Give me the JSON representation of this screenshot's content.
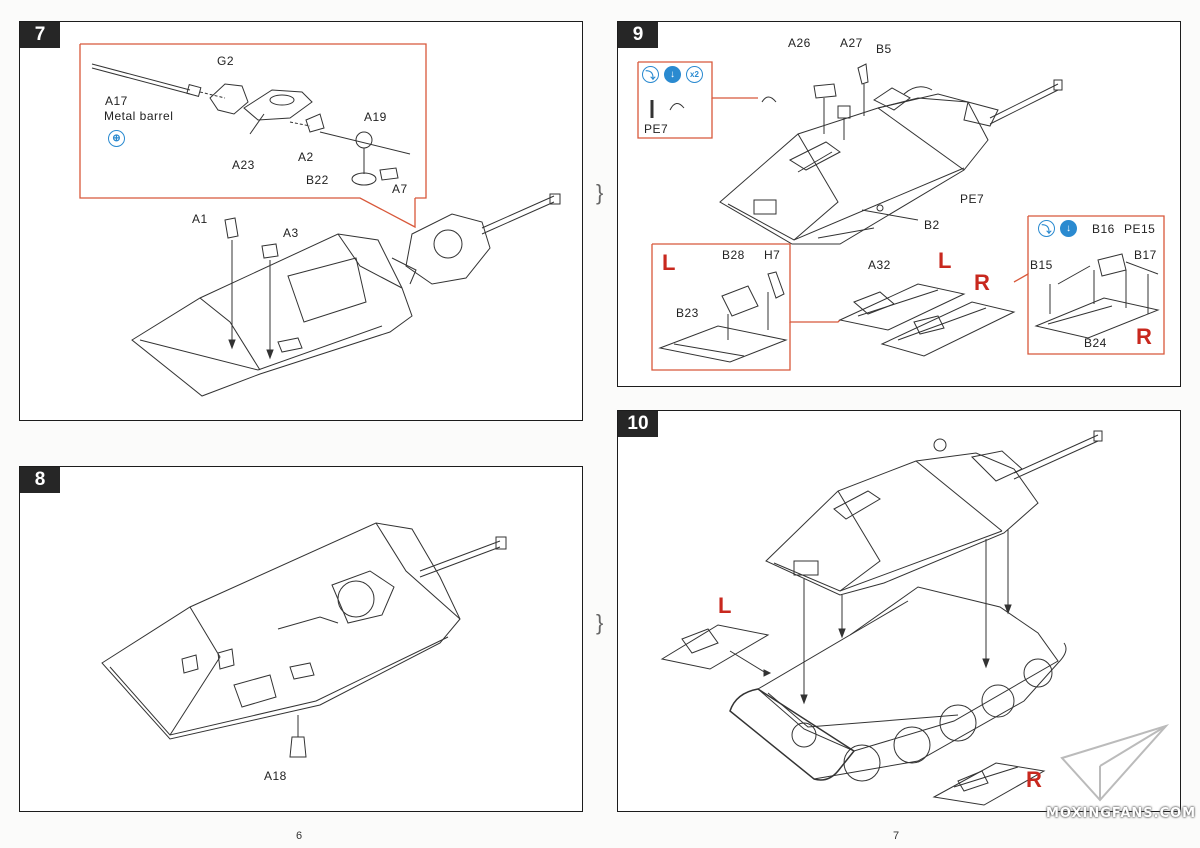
{
  "steps": {
    "s7": {
      "number": "7",
      "labels": {
        "g2": "G2",
        "a17": "A17",
        "metal_barrel": "Metal barrel",
        "a23": "A23",
        "a2": "A2",
        "a19": "A19",
        "b22": "B22",
        "a7": "A7",
        "a1": "A1",
        "a3": "A3"
      }
    },
    "s8": {
      "number": "8",
      "labels": {
        "a18": "A18"
      }
    },
    "s9": {
      "number": "9",
      "labels": {
        "a26": "A26",
        "a27": "A27",
        "b5": "B5",
        "pe7_top": "PE7",
        "pe7_right": "PE7",
        "b2": "B2",
        "a32": "A32",
        "b28": "B28",
        "h7": "H7",
        "b23": "B23",
        "b16": "B16",
        "pe15": "PE15",
        "b15": "B15",
        "b17": "B17",
        "b24": "B24",
        "x2": "x2"
      },
      "side_marks": {
        "left_callout": "L",
        "left_main": "L",
        "right_main": "R",
        "right_callout": "R"
      }
    },
    "s10": {
      "number": "10",
      "side_marks": {
        "left": "L",
        "right": "R"
      }
    }
  },
  "pages": {
    "left": "6",
    "right": "7"
  },
  "watermark": "MOXINGFANS.COM",
  "colors": {
    "accent_callout": "#d8583a",
    "accent_lr": "#c8281e",
    "icon_blue": "#2a8ad0",
    "step_bg": "#262626"
  }
}
